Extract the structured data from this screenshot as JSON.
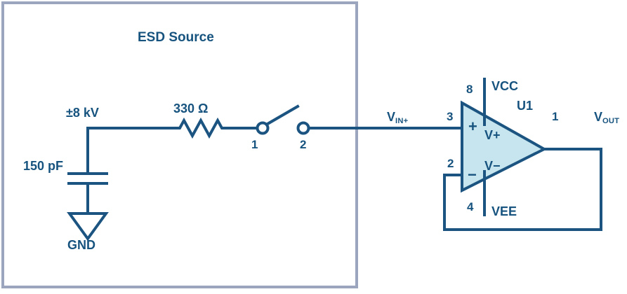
{
  "diagram": {
    "title": "ESD Source",
    "stroke_color": "#1b5480",
    "text_color": "#17537f",
    "opamp_fill": "#c6e5ee",
    "box_border_color": "#9ba6be",
    "background": "#ffffff"
  },
  "esd_box": {
    "label": "ESD Source",
    "voltage_source": "±8 kV",
    "capacitor": "150 pF",
    "resistor": "330 Ω",
    "ground": "GND",
    "switch": {
      "terminal_1": "1",
      "terminal_2": "2",
      "state": "open"
    }
  },
  "opamp": {
    "designator": "U1",
    "input_signal": "V",
    "input_signal_sub": "IN+",
    "output_signal": "V",
    "output_signal_sub": "OUT",
    "plus_symbol": "+",
    "minus_symbol": "−",
    "supply_positive_label": "V+",
    "supply_negative_label": "V−",
    "rail_positive": "VCC",
    "rail_negative": "VEE",
    "pins": {
      "non_inverting_input": "3",
      "inverting_input": "2",
      "output": "1",
      "vcc": "8",
      "vee": "4"
    },
    "configuration": "unity-gain buffer (output fed back to inverting input)"
  }
}
